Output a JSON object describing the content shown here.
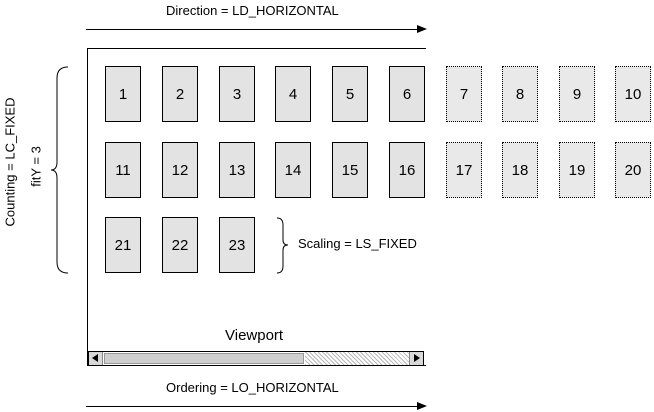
{
  "labels": {
    "direction": "Direction = LD_HORIZONTAL",
    "ordering": "Ordering = LO_HORIZONTAL",
    "counting": "Counting = LC_FIXED",
    "fit_y": "fitY = 3",
    "scaling": "Scaling = LS_FIXED",
    "viewport": "Viewport"
  },
  "pages": {
    "row1": [
      "1",
      "2",
      "3",
      "4",
      "5",
      "6",
      "7",
      "8",
      "9",
      "10"
    ],
    "row2": [
      "11",
      "12",
      "13",
      "14",
      "15",
      "16",
      "17",
      "18",
      "19",
      "20"
    ],
    "row3": [
      "21",
      "22",
      "23"
    ]
  }
}
